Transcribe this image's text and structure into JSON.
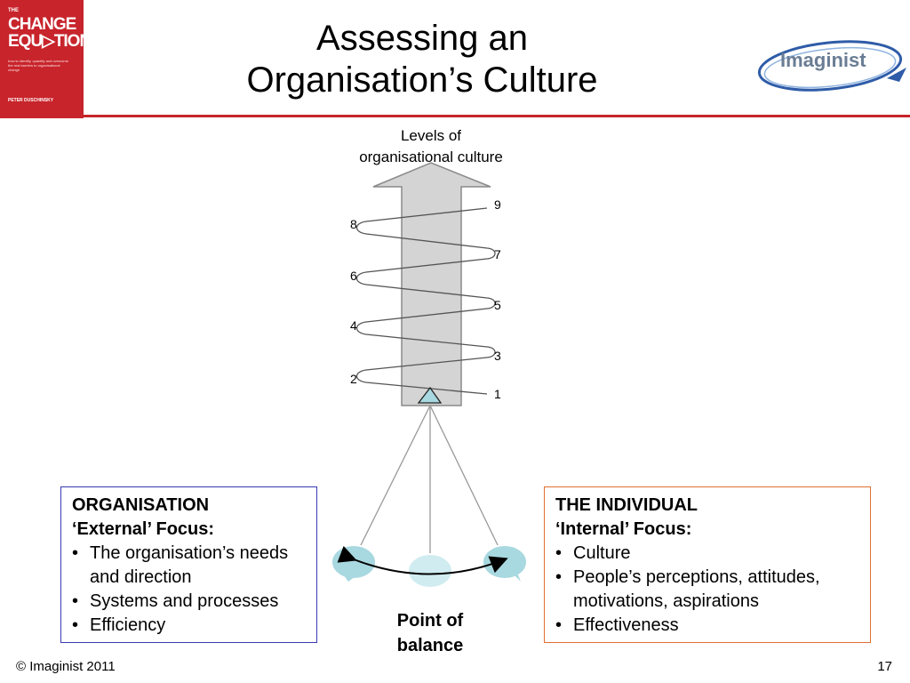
{
  "header": {
    "title_line1": "Assessing an",
    "title_line2": "Organisation’s Culture",
    "logo_text": "Imaginist",
    "book": {
      "small": "THE",
      "title": "CHANGE EQU▷TION",
      "subtitle": "how to identify, quantify and overcome the real barriers to organisational change",
      "author": "PETER DUSCHINSKY"
    }
  },
  "diagram": {
    "levels_title_line1": "Levels of",
    "levels_title_line2": "organisational culture",
    "levels": [
      "1",
      "2",
      "3",
      "4",
      "5",
      "6",
      "7",
      "8",
      "9"
    ],
    "balance_label_line1": "Point of",
    "balance_label_line2": "balance"
  },
  "organisation": {
    "heading": "ORGANISATION",
    "focus": "‘External’ Focus:",
    "items": [
      "The organisation’s needs and direction",
      "Systems and processes",
      "Efficiency"
    ]
  },
  "individual": {
    "heading": "THE INDIVIDUAL",
    "focus": "‘Internal’ Focus:",
    "items": [
      "Culture",
      "People’s perceptions, attitudes, motivations, aspirations",
      "Effectiveness"
    ]
  },
  "footer": {
    "copyright": "© Imaginist 2011",
    "page_number": "17"
  },
  "colors": {
    "accent_red": "#c8242b",
    "org_border": "#3a3ab0",
    "ind_border": "#e07030",
    "bubble": "#a8d8e0",
    "logo_blue": "#2f5ca8"
  }
}
